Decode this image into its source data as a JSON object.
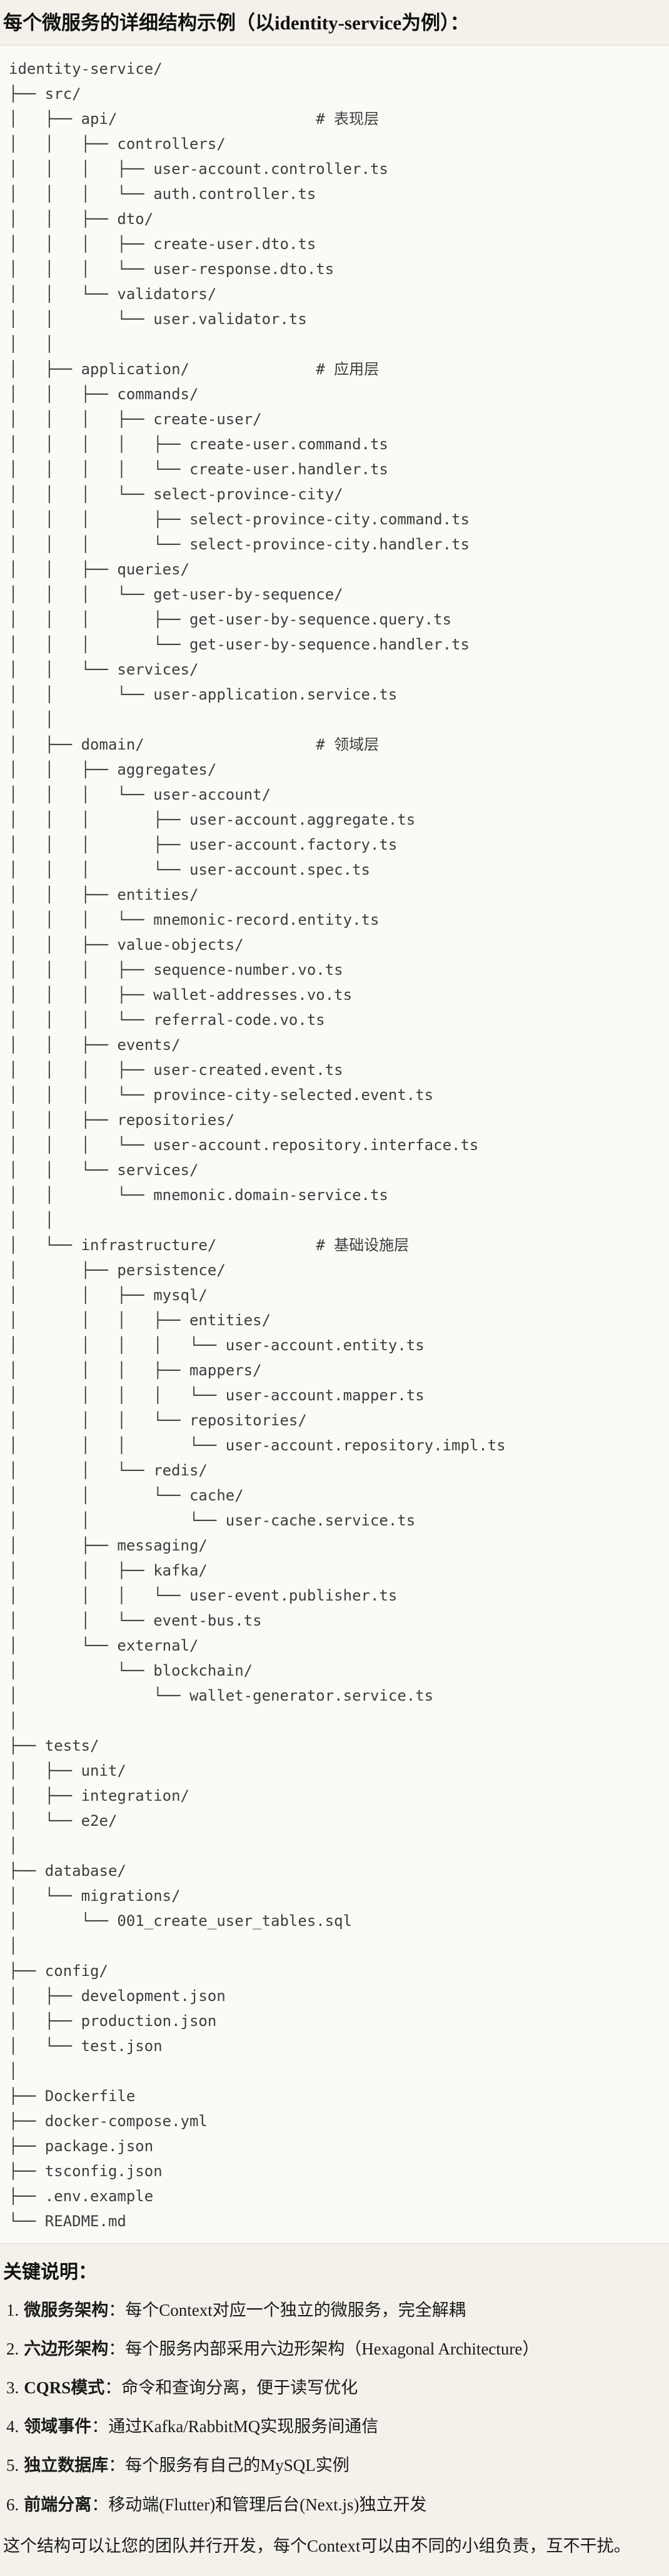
{
  "page": {
    "title": "每个微服务的详细结构示例（以identity-service为例）："
  },
  "colors": {
    "page_bg": "#f3f1ea",
    "code_bg": "#fbfaf7",
    "border": "#dcd9d2",
    "code_text": "#3d3d3d",
    "text": "#1b1b1b"
  },
  "tree": {
    "lines": [
      "identity-service/",
      "├── src/",
      "│   ├── api/                      # 表现层",
      "│   │   ├── controllers/",
      "│   │   │   ├── user-account.controller.ts",
      "│   │   │   └── auth.controller.ts",
      "│   │   ├── dto/",
      "│   │   │   ├── create-user.dto.ts",
      "│   │   │   └── user-response.dto.ts",
      "│   │   └── validators/",
      "│   │       └── user.validator.ts",
      "│   │",
      "│   ├── application/              # 应用层",
      "│   │   ├── commands/",
      "│   │   │   ├── create-user/",
      "│   │   │   │   ├── create-user.command.ts",
      "│   │   │   │   └── create-user.handler.ts",
      "│   │   │   └── select-province-city/",
      "│   │   │       ├── select-province-city.command.ts",
      "│   │   │       └── select-province-city.handler.ts",
      "│   │   ├── queries/",
      "│   │   │   └── get-user-by-sequence/",
      "│   │   │       ├── get-user-by-sequence.query.ts",
      "│   │   │       └── get-user-by-sequence.handler.ts",
      "│   │   └── services/",
      "│   │       └── user-application.service.ts",
      "│   │",
      "│   ├── domain/                   # 领域层",
      "│   │   ├── aggregates/",
      "│   │   │   └── user-account/",
      "│   │   │       ├── user-account.aggregate.ts",
      "│   │   │       ├── user-account.factory.ts",
      "│   │   │       └── user-account.spec.ts",
      "│   │   ├── entities/",
      "│   │   │   └── mnemonic-record.entity.ts",
      "│   │   ├── value-objects/",
      "│   │   │   ├── sequence-number.vo.ts",
      "│   │   │   ├── wallet-addresses.vo.ts",
      "│   │   │   └── referral-code.vo.ts",
      "│   │   ├── events/",
      "│   │   │   ├── user-created.event.ts",
      "│   │   │   └── province-city-selected.event.ts",
      "│   │   ├── repositories/",
      "│   │   │   └── user-account.repository.interface.ts",
      "│   │   └── services/",
      "│   │       └── mnemonic.domain-service.ts",
      "│   │",
      "│   └── infrastructure/           # 基础设施层",
      "│       ├── persistence/",
      "│       │   ├── mysql/",
      "│       │   │   ├── entities/",
      "│       │   │   │   └── user-account.entity.ts",
      "│       │   │   ├── mappers/",
      "│       │   │   │   └── user-account.mapper.ts",
      "│       │   │   └── repositories/",
      "│       │   │       └── user-account.repository.impl.ts",
      "│       │   └── redis/",
      "│       │       └── cache/",
      "│       │           └── user-cache.service.ts",
      "│       ├── messaging/",
      "│       │   ├── kafka/",
      "│       │   │   └── user-event.publisher.ts",
      "│       │   └── event-bus.ts",
      "│       └── external/",
      "│           └── blockchain/",
      "│               └── wallet-generator.service.ts",
      "│",
      "├── tests/",
      "│   ├── unit/",
      "│   ├── integration/",
      "│   └── e2e/",
      "│",
      "├── database/",
      "│   └── migrations/",
      "│       └── 001_create_user_tables.sql",
      "│",
      "├── config/",
      "│   ├── development.json",
      "│   ├── production.json",
      "│   └── test.json",
      "│",
      "├── Dockerfile",
      "├── docker-compose.yml",
      "├── package.json",
      "├── tsconfig.json",
      "├── .env.example",
      "└── README.md"
    ]
  },
  "notes": {
    "heading": "关键说明：",
    "items": [
      {
        "num": "1.",
        "label": "微服务架构",
        "desc": "：每个Context对应一个独立的微服务，完全解耦"
      },
      {
        "num": "2.",
        "label": "六边形架构",
        "desc": "：每个服务内部采用六边形架构（Hexagonal Architecture）"
      },
      {
        "num": "3.",
        "label": "CQRS模式",
        "desc": "：命令和查询分离，便于读写优化"
      },
      {
        "num": "4.",
        "label": "领域事件",
        "desc": "：通过Kafka/RabbitMQ实现服务间通信"
      },
      {
        "num": "5.",
        "label": "独立数据库",
        "desc": "：每个服务有自己的MySQL实例"
      },
      {
        "num": "6.",
        "label": "前端分离",
        "desc": "：移动端(Flutter)和管理后台(Next.js)独立开发"
      }
    ],
    "footer": "这个结构可以让您的团队并行开发，每个Context可以由不同的小组负责，互不干扰。"
  }
}
